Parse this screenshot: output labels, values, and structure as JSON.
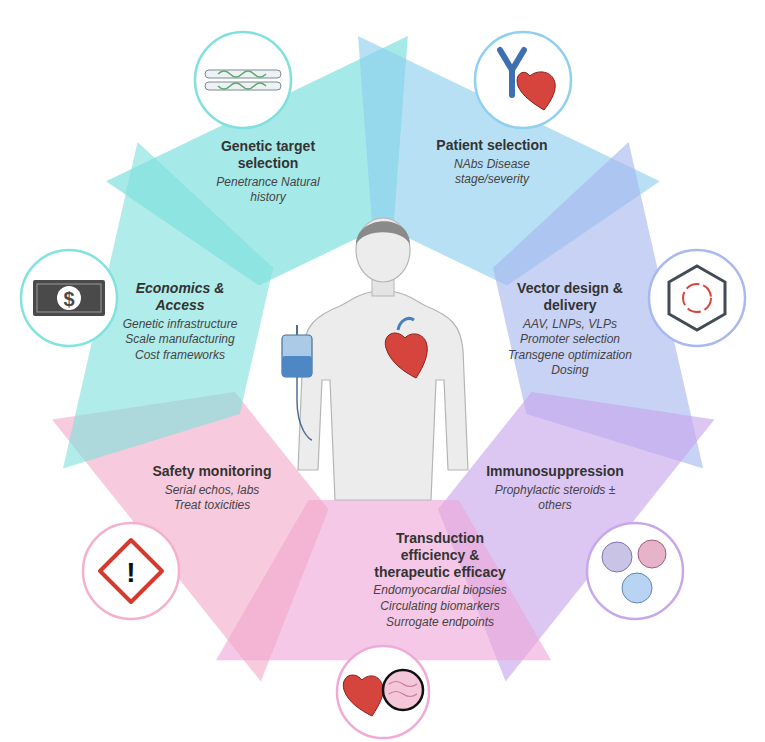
{
  "diagram": {
    "nodes": [
      {
        "text": [
          "Genetic target selection",
          "Penetrance Natural history"
        ]
      },
      {
        "text": [
          "Patient selection",
          "NAbs Disease stage/severity"
        ]
      },
      {
        "text": [
          "Vector design & delivery",
          "AAV, LNPs, VLPs Promoter selection Transgene optimization Dosing"
        ]
      },
      {
        "text": [
          "Immunosuppression",
          "Prophylactic steroids ± others"
        ]
      },
      {
        "text": [
          "Transduction efficiency & therapeutic efficacy",
          "Endomyocardial biopsies Circulating biomarkers Surrogate endpoints"
        ]
      },
      {
        "text": [
          "Safety monitoring",
          "Serial echos, labs Treat toxicities"
        ]
      },
      {
        "text": [
          "Economics & Access",
          "Genetic infrastructure Scale manufacturing Cost frameworks"
        ]
      }
    ],
    "labels": [
      "$",
      "!"
    ]
  }
}
